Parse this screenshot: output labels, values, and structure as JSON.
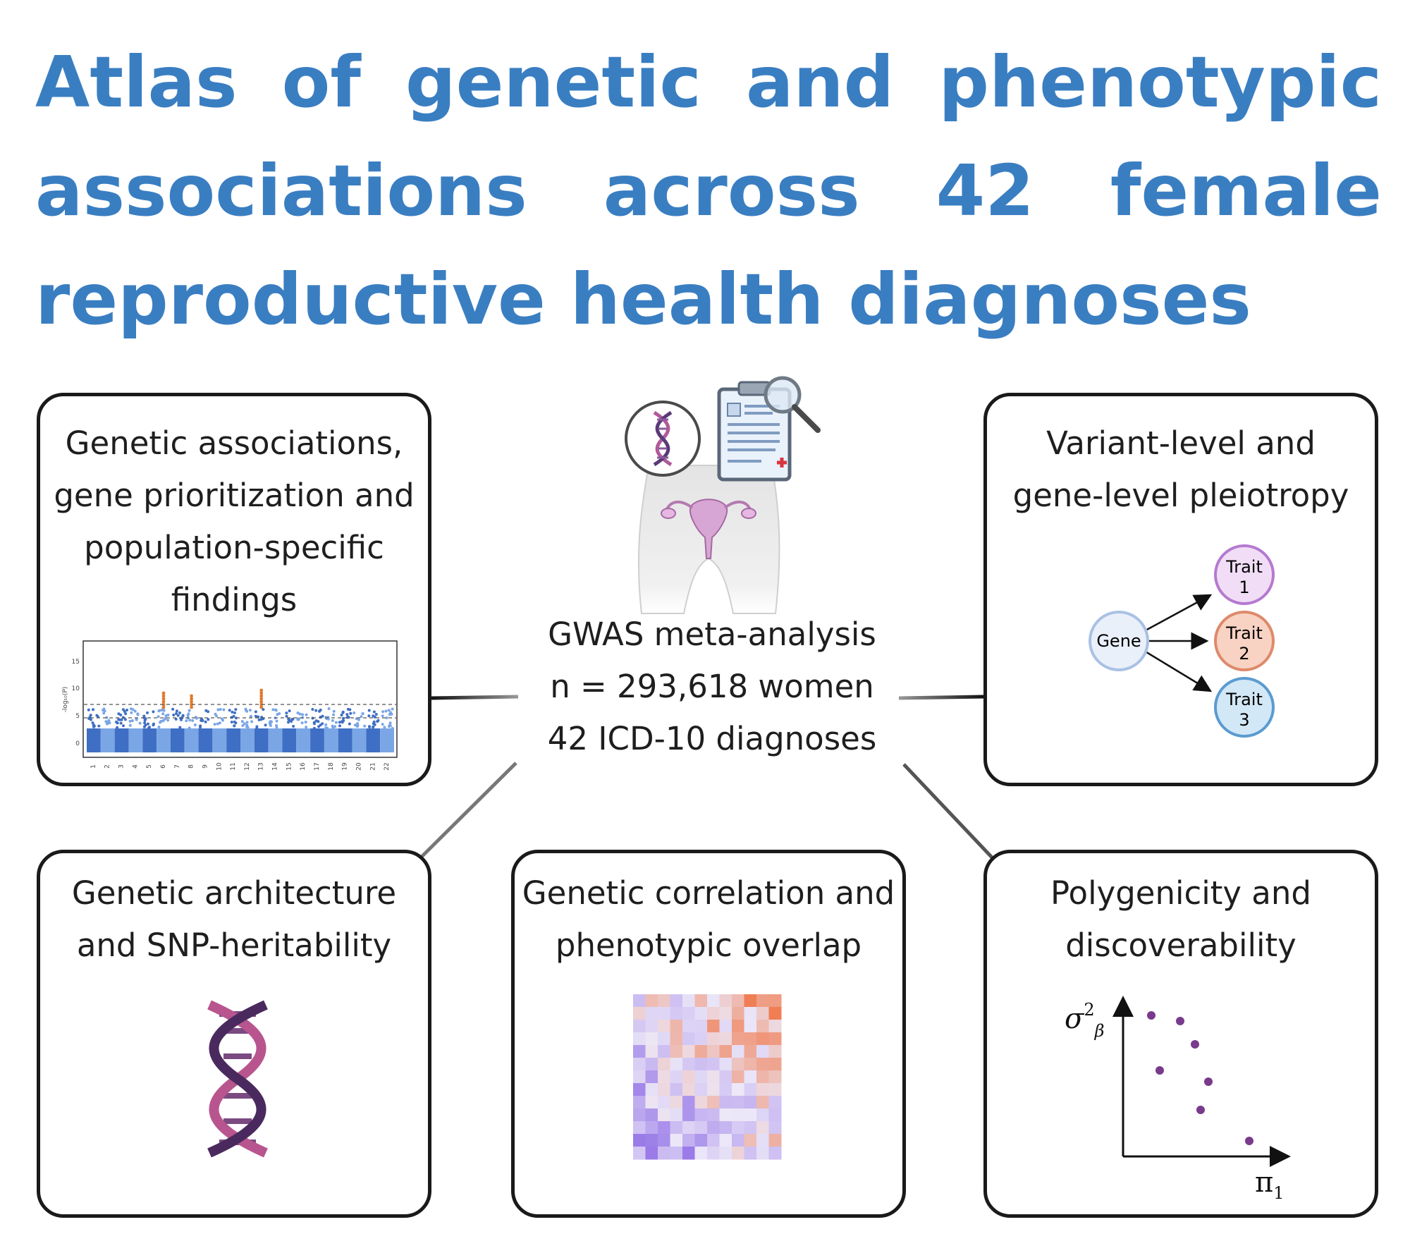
{
  "title": "Atlas of genetic and phenotypic associations across 42 female reproductive health diagnoses",
  "center": {
    "line1": "GWAS meta-analysis",
    "line2": "n = 293,618 women",
    "line3": "42 ICD-10 diagnoses"
  },
  "panels": {
    "genetic_associations": {
      "lines": [
        "Genetic associations,",
        "gene prioritization and",
        "population-specific",
        "findings"
      ],
      "manhattan": {
        "y_ticks": [
          "0",
          "5",
          "10",
          "15"
        ],
        "y_label": "-log₁₀(P)",
        "x_ticks": [
          "1",
          "2",
          "3",
          "4",
          "5",
          "6",
          "7",
          "8",
          "9",
          "10",
          "11",
          "12",
          "13",
          "14",
          "15",
          "16",
          "17",
          "18",
          "19",
          "20",
          "21",
          "22"
        ]
      }
    },
    "pleiotropy": {
      "lines": [
        "Variant-level and",
        "gene-level pleiotropy"
      ],
      "gene": "Gene",
      "traits": [
        {
          "label": "Trait",
          "num": "1",
          "fill": "#f1def6",
          "stroke": "#b57ad0"
        },
        {
          "label": "Trait",
          "num": "2",
          "fill": "#f8d3c3",
          "stroke": "#de8a6c"
        },
        {
          "label": "Trait",
          "num": "3",
          "fill": "#d3e8f6",
          "stroke": "#5b9bd0"
        }
      ]
    },
    "architecture": {
      "lines": [
        "Genetic architecture",
        "and SNP-heritability"
      ]
    },
    "correlation": {
      "lines": [
        "Genetic correlation and",
        "phenotypic overlap"
      ]
    },
    "polygenicity": {
      "lines": [
        "Polygenicity and",
        "discoverability"
      ],
      "y_axis": {
        "base": "σ",
        "sup": "2",
        "sub": "β"
      },
      "x_axis": {
        "base": "π",
        "sub": "1"
      },
      "point_color": "#7a3a8c"
    }
  },
  "colors": {
    "title": "#3a7ec2",
    "border": "#1a1a1a",
    "heatmap_low": "#9a7be8",
    "heatmap_high": "#f07e55"
  }
}
